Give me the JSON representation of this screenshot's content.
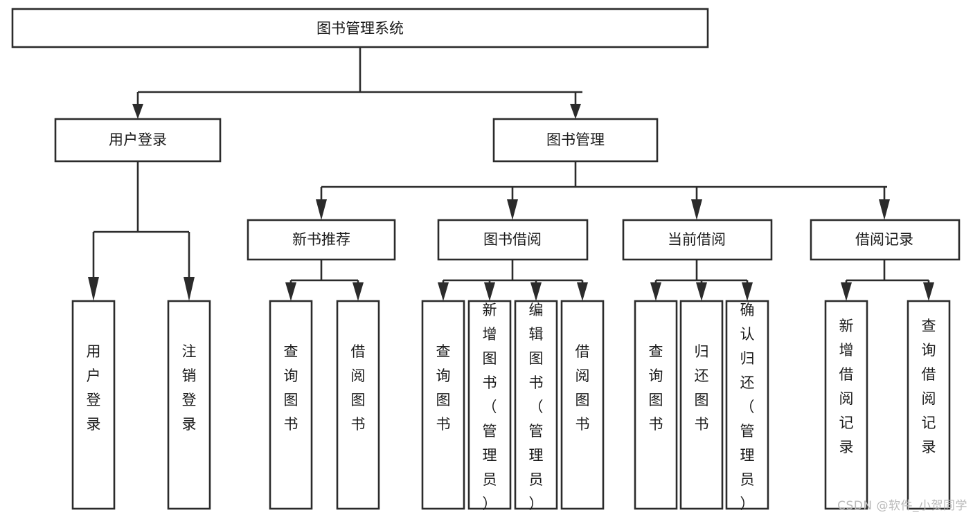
{
  "diagram": {
    "title": "图书管理系统",
    "type": "tree-hierarchy-diagram",
    "watermark": "CSDN @软件_小贺同学",
    "colors": {
      "box_border": "#2b2b2b",
      "box_fill": "#ffffff",
      "line": "#2b2b2b",
      "text": "#1a1a1a",
      "background": "#ffffff",
      "watermark": "#b9b9b9"
    },
    "levels": {
      "root": "图书管理系统",
      "level2": [
        "用户登录",
        "图书管理"
      ],
      "level3": [
        "新书推荐",
        "图书借阅",
        "当前借阅",
        "借阅记录"
      ]
    },
    "nodes": {
      "root": {
        "label": "图书管理系统",
        "level": 1,
        "orientation": "horizontal"
      },
      "user_login": {
        "label": "用户登录",
        "level": 2,
        "orientation": "horizontal"
      },
      "book_manage": {
        "label": "图书管理",
        "level": 2,
        "orientation": "horizontal"
      },
      "new_book_rec": {
        "label": "新书推荐",
        "level": 3,
        "orientation": "horizontal"
      },
      "book_borrow": {
        "label": "图书借阅",
        "level": 3,
        "orientation": "horizontal"
      },
      "current_borrow": {
        "label": "当前借阅",
        "level": 3,
        "orientation": "horizontal"
      },
      "borrow_record": {
        "label": "借阅记录",
        "level": 3,
        "orientation": "horizontal"
      },
      "leaf_user_login": {
        "label": "用户登录",
        "level": 4,
        "orientation": "vertical",
        "parent": "用户登录"
      },
      "leaf_logout": {
        "label": "注销登录",
        "level": 4,
        "orientation": "vertical",
        "parent": "用户登录"
      },
      "leaf_query_book_1": {
        "label": "查询图书",
        "level": 4,
        "orientation": "vertical",
        "parent": "新书推荐"
      },
      "leaf_borrow_book_1": {
        "label": "借阅图书",
        "level": 4,
        "orientation": "vertical",
        "parent": "新书推荐"
      },
      "leaf_query_book_2": {
        "label": "查询图书",
        "level": 4,
        "orientation": "vertical",
        "parent": "图书借阅"
      },
      "leaf_add_book": {
        "label": "新增图书（管理员）",
        "level": 4,
        "orientation": "vertical",
        "parent": "图书借阅"
      },
      "leaf_edit_book": {
        "label": "编辑图书（管理员）",
        "level": 4,
        "orientation": "vertical",
        "parent": "图书借阅"
      },
      "leaf_borrow_book_2": {
        "label": "借阅图书",
        "level": 4,
        "orientation": "vertical",
        "parent": "图书借阅"
      },
      "leaf_query_book_3": {
        "label": "查询图书",
        "level": 4,
        "orientation": "vertical",
        "parent": "当前借阅"
      },
      "leaf_return_book": {
        "label": "归还图书",
        "level": 4,
        "orientation": "vertical",
        "parent": "当前借阅"
      },
      "leaf_confirm_return": {
        "label": "确认归还（管理员）",
        "level": 4,
        "orientation": "vertical",
        "parent": "当前借阅"
      },
      "leaf_add_record": {
        "label": "新增借阅记录",
        "level": 4,
        "orientation": "vertical",
        "parent": "借阅记录"
      },
      "leaf_query_record": {
        "label": "查询借阅记录",
        "level": 4,
        "orientation": "vertical",
        "parent": "借阅记录"
      }
    },
    "leaf_groups": [
      {
        "parent": "用户登录",
        "children": [
          "用户登录",
          "注销登录"
        ]
      },
      {
        "parent": "新书推荐",
        "children": [
          "查询图书",
          "借阅图书"
        ]
      },
      {
        "parent": "图书借阅",
        "children": [
          "查询图书",
          "新增图书（管理员）",
          "编辑图书（管理员）",
          "借阅图书"
        ]
      },
      {
        "parent": "当前借阅",
        "children": [
          "查询图书",
          "归还图书",
          "确认归还（管理员）"
        ]
      },
      {
        "parent": "借阅记录",
        "children": [
          "新增借阅记录",
          "查询借阅记录"
        ]
      }
    ]
  }
}
